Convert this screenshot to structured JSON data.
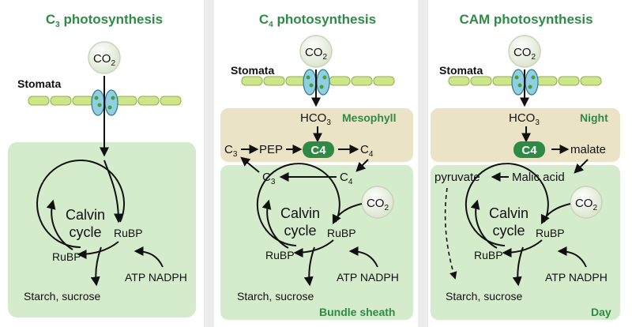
{
  "panels": [
    {
      "id": "c3",
      "title_main": "C",
      "title_sub": "3",
      "title_rest": " photosynthesis",
      "co2_main": "CO",
      "co2_sub": "2",
      "stomata": "Stomata",
      "calvin_line1": "Calvin",
      "calvin_line2": "cycle",
      "rubp_top": "RuBP",
      "rubp_bottom": "RuBP",
      "atp": "ATP NADPH",
      "products": "Starch, sucrose"
    },
    {
      "id": "c4",
      "title_main": "C",
      "title_sub": "4",
      "title_rest": " photosynthesis",
      "co2_main": "CO",
      "co2_sub": "2",
      "stomata": "Stomata",
      "hco3_main": "HCO",
      "hco3_sub": "3",
      "zone_top": "Mesophyll",
      "c3_left_main": "C",
      "c3_left_sub": "3",
      "pep": "PEP",
      "pill": "C4",
      "c4_right_main": "C",
      "c4_right_sub": "4",
      "c3_mid_main": "C",
      "c3_mid_sub": "3",
      "c4_mid_main": "C",
      "c4_mid_sub": "4",
      "co2b_main": "CO",
      "co2b_sub": "2",
      "calvin_line1": "Calvin",
      "calvin_line2": "cycle",
      "rubp_top": "RuBP",
      "rubp_bottom": "RuBP",
      "atp": "ATP NADPH",
      "products": "Starch, sucrose",
      "zone_bottom": "Bundle sheath"
    },
    {
      "id": "cam",
      "title": "CAM photosynthesis",
      "co2_main": "CO",
      "co2_sub": "2",
      "stomata": "Stomata",
      "hco3_main": "HCO",
      "hco3_sub": "3",
      "zone_top": "Night",
      "pill": "C4",
      "malate": "malate",
      "pyruvate": "pyruvate",
      "malic_acid": "Malic acid",
      "co2b_main": "CO",
      "co2b_sub": "2",
      "calvin_line1": "Calvin",
      "calvin_line2": "cycle",
      "rubp_top": "RuBP",
      "rubp_bottom": "RuBP",
      "atp": "ATP NADPH",
      "products": "Starch, sucrose",
      "zone_bottom": "Day"
    }
  ],
  "colors": {
    "background": "#ececec",
    "panel": "#ffffff",
    "title_green": "#2e8b46",
    "mesophyll_tan": "#ebe3c6",
    "bundle_green": "#d4ebcc",
    "pill_green": "#2f8a45",
    "cell_green": "#cfe58a",
    "guard_blue": "#8fcfe0",
    "co2_circle": "#e3ebd8"
  }
}
